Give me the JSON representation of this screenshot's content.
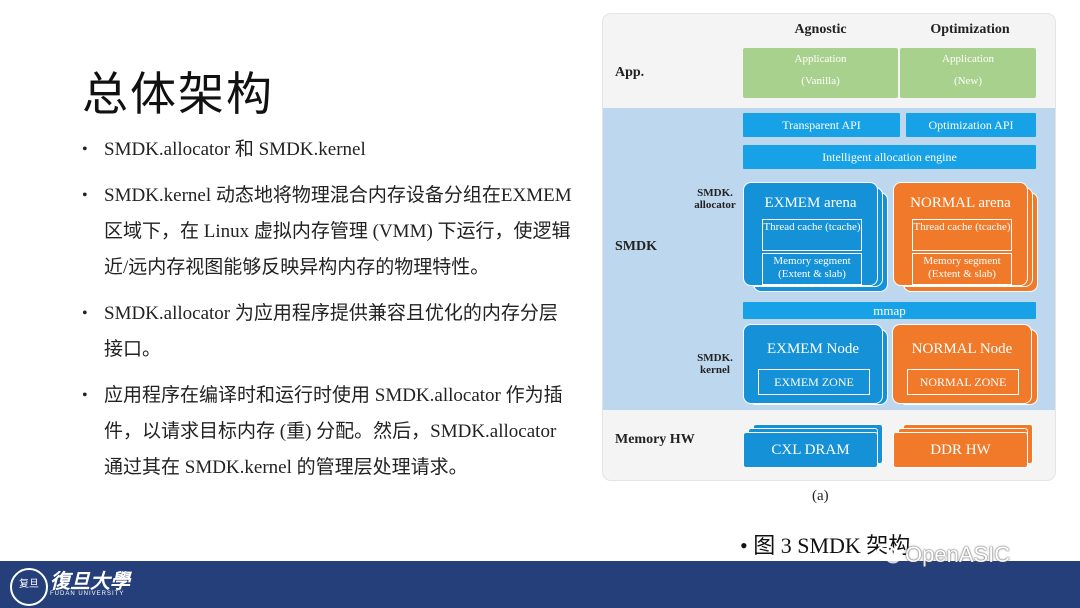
{
  "slide": {
    "title": "总体架构",
    "bullets": [
      "SMDK.allocator 和 SMDK.kernel",
      "SMDK.kernel 动态地将物理混合内存设备分组在EXMEM 区域下，在 Linux 虚拟内存管理 (VMM) 下运行，使逻辑近/远内存视图能够反映异构内存的物理特性。",
      "SMDK.allocator 为应用程序提供兼容且优化的内存分层接口。",
      "应用程序在编译时和运行时使用 SMDK.allocator 作为插件，以请求目标内存 (重) 分配。然后，SMDK.allocator 通过其在 SMDK.kernel 的管理层处理请求。"
    ],
    "bullet_symbol": "•"
  },
  "diagram": {
    "col_heads": [
      "Agnostic",
      "Optimization"
    ],
    "row_labels": {
      "app": "App.",
      "smdk": "SMDK",
      "memory": "Memory HW"
    },
    "apps": [
      {
        "line1": "Application",
        "line2": "(Vanilla)"
      },
      {
        "line1": "Application",
        "line2": "(New)"
      }
    ],
    "apis": [
      "Transparent API",
      "Optimization API"
    ],
    "engine": "Intelligent allocation engine",
    "allocator_label": "SMDK. allocator",
    "kernel_label": "SMDK. kernel",
    "arenas": [
      {
        "title": "EXMEM arena",
        "cache": "Thread cache (tcache)",
        "segment": "Memory segment (Extent & slab)"
      },
      {
        "title": "NORMAL arena",
        "cache": "Thread cache (tcache)",
        "segment": "Memory segment (Extent & slab)"
      }
    ],
    "mmap": "mmap",
    "nodes": [
      {
        "title": "EXMEM Node",
        "zone": "EXMEM ZONE"
      },
      {
        "title": "NORMAL Node",
        "zone": "NORMAL ZONE"
      }
    ],
    "hardware": [
      "CXL DRAM",
      "DDR HW"
    ],
    "sub_caption": "(a)",
    "colors": {
      "green": "#a9d18e",
      "band": "#bdd7ee",
      "blue": "#1591d8",
      "bar": "#17a2e8",
      "orange": "#f07a2a"
    }
  },
  "figure_caption": "• 图 3 SMDK 架构",
  "footer": {
    "logo_seal": "复旦",
    "logo_text": "復旦大學",
    "logo_sub": "FUDAN UNIVERSITY",
    "color": "#253f7a"
  },
  "watermark": {
    "text": "OpenASIC",
    "icon": "wechat-icon"
  }
}
